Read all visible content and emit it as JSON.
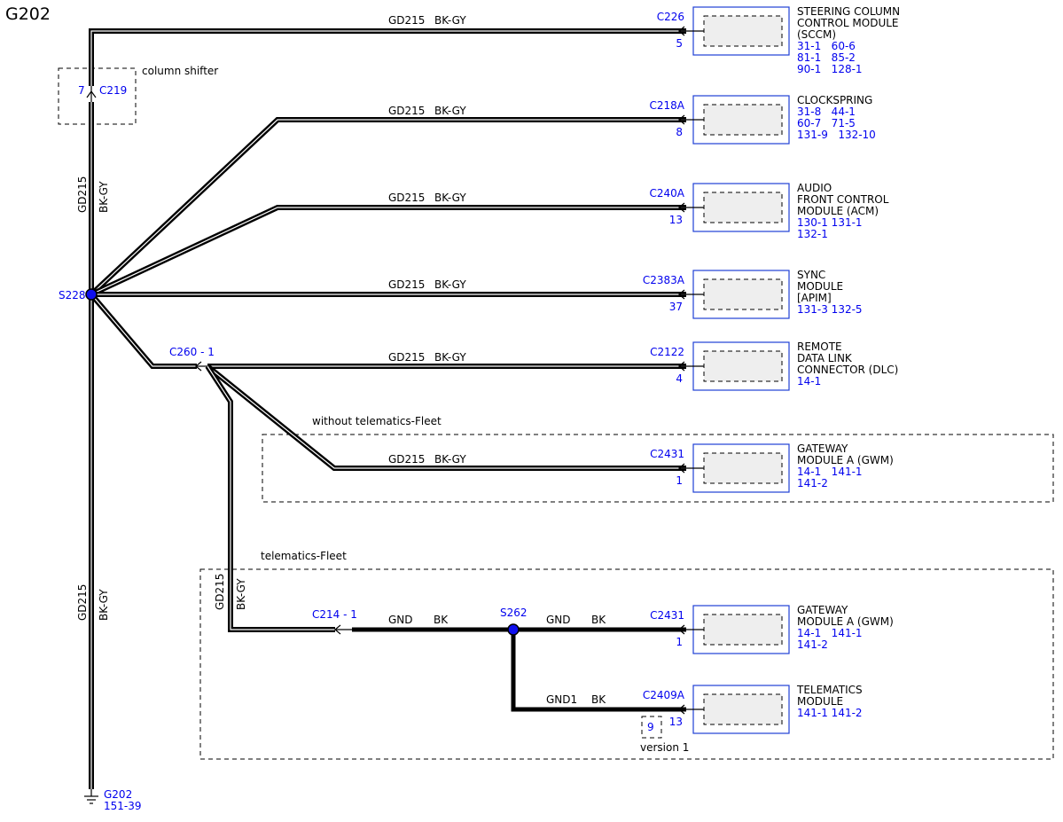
{
  "title": "G202",
  "wire": {
    "circuit": "GD215",
    "color": "BK-GY"
  },
  "gnd": {
    "circuit": "GND",
    "color": "BK",
    "circuit1": "GND1"
  },
  "splices": {
    "s228": "S228",
    "s262": "S262"
  },
  "inline": {
    "c219": "C219",
    "c219_pin": "7",
    "c219_note": "column shifter",
    "c260": "C260 - 1",
    "c214": "C214 - 1"
  },
  "groups": {
    "without": "without telematics-Fleet",
    "with": "telematics-Fleet",
    "version": "version 1",
    "version_pin": "9"
  },
  "ground": {
    "name": "G202",
    "ref": "151-39"
  },
  "modules": [
    {
      "conn": "C226",
      "pin": "5",
      "name": [
        "STEERING COLUMN",
        "CONTROL MODULE",
        "(SCCM)"
      ],
      "refs": [
        "31-1   60-6",
        "81-1   85-2",
        "90-1   128-1"
      ]
    },
    {
      "conn": "C218A",
      "pin": "8",
      "name": [
        "CLOCKSPRING"
      ],
      "refs": [
        "31-8   44-1",
        "60-7   71-5",
        "131-9   132-10"
      ]
    },
    {
      "conn": "C240A",
      "pin": "13",
      "name": [
        "AUDIO",
        "FRONT CONTROL",
        "MODULE (ACM)"
      ],
      "refs": [
        "130-1 131-1",
        "132-1"
      ]
    },
    {
      "conn": "C2383A",
      "pin": "37",
      "name": [
        "SYNC",
        "MODULE",
        "[APIM]"
      ],
      "refs": [
        "131-3 132-5"
      ]
    },
    {
      "conn": "C2122",
      "pin": "4",
      "name": [
        "REMOTE",
        "DATA LINK",
        "CONNECTOR (DLC)"
      ],
      "refs": [
        "14-1"
      ]
    },
    {
      "conn": "C2431",
      "pin": "1",
      "name": [
        "GATEWAY",
        "MODULE A (GWM)"
      ],
      "refs": [
        "14-1   141-1",
        "141-2"
      ]
    },
    {
      "conn": "C2431",
      "pin": "1",
      "name": [
        "GATEWAY",
        "MODULE A (GWM)"
      ],
      "refs": [
        "14-1   141-1",
        "141-2"
      ]
    },
    {
      "conn": "C2409A",
      "pin": "13",
      "name": [
        "TELEMATICS",
        "MODULE"
      ],
      "refs": [
        "141-1 141-2"
      ]
    }
  ]
}
